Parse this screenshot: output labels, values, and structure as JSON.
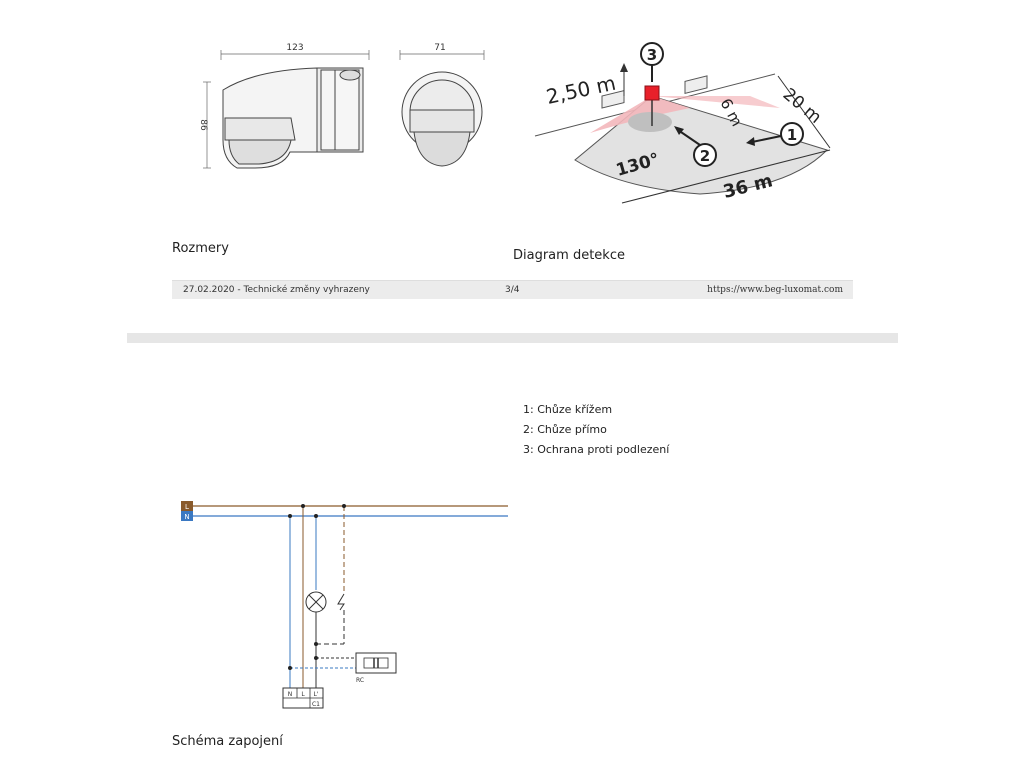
{
  "dimensions": {
    "width_label": "123",
    "height_label": "86",
    "depth_label": "71"
  },
  "diagram": {
    "height_label": "2,50 m",
    "range_front": "20 m",
    "range_width": "36 m",
    "range_near": "6 m",
    "angle": "130°",
    "marker_1": "1",
    "marker_2": "2",
    "marker_3": "3",
    "accent_color": "#e8202a"
  },
  "captions": {
    "dimensions": "Rozmery",
    "detection": "Diagram detekce",
    "wiring": "Schéma zapojení"
  },
  "footer": {
    "date_note": "27.02.2020 - Technické změny vyhrazeny",
    "page": "3/4",
    "url": "https://www.beg-luxomat.com"
  },
  "legend": {
    "items": [
      "1: Chůze křížem",
      "2: Chůze přímo",
      "3: Ochrana proti podlezení"
    ]
  },
  "wiring": {
    "line_label": "L",
    "neutral_label": "N",
    "terminal_n": "N",
    "terminal_l": "L",
    "terminal_lp": "L'",
    "terminal_c1": "C1",
    "rc_label": "RC",
    "line_color": "#8a5a2b",
    "neutral_color": "#3a78c2"
  }
}
